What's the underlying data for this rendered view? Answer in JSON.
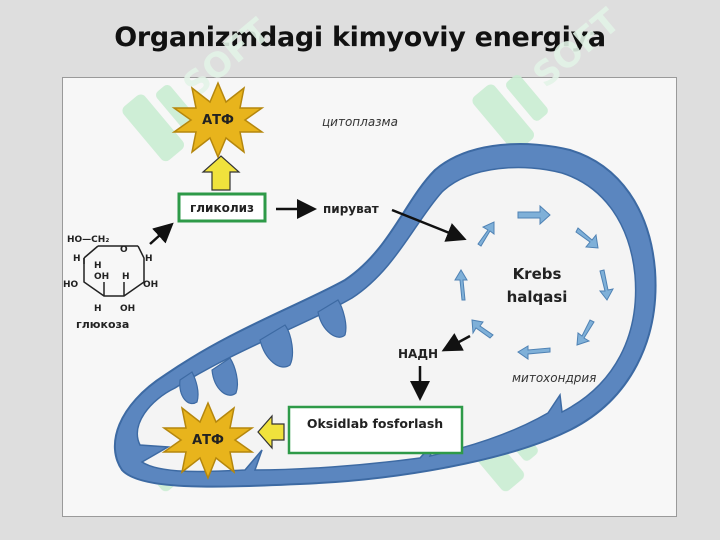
{
  "slide": {
    "title": "Organizmdagi kimyoviy energiya"
  },
  "diagram": {
    "cytoplasm_label": "цитоплазма",
    "mitochondria_label": "митохондрия",
    "atp_top_label": "АТФ",
    "atp_bottom_label": "АТФ",
    "glycolysis_label": "гликолиз",
    "pyruvate_label": "пируват",
    "glucose_label": "глюкоза",
    "krebs_line1": "Krebs",
    "krebs_line2": "halqasi",
    "nadh_label": "НАДН",
    "oxphos_label": "Oksidlab fosforlash",
    "glucose_atoms": {
      "ho_ch2": "HO—CH₂",
      "o": "O",
      "h_left_top": "H",
      "h_left_mid": "H",
      "h_right_top": "H",
      "h_inner": "H",
      "oh_inner": "OH",
      "ho_left": "HO",
      "oh_right": "OH",
      "h_bottom_left": "H",
      "oh_bottom": "OH"
    }
  },
  "colors": {
    "membrane": "#5b86bf",
    "membrane_edge": "#3d6aa3",
    "matrix": "#f4f4f4",
    "atp_star": "#e8b41c",
    "atp_star_edge": "#b5870d",
    "box_border": "#2e9a48",
    "yellow_arrow": "#f0e23c",
    "krebs_arrow": "#7fb0d8",
    "watermark": "#c9ecd2"
  }
}
